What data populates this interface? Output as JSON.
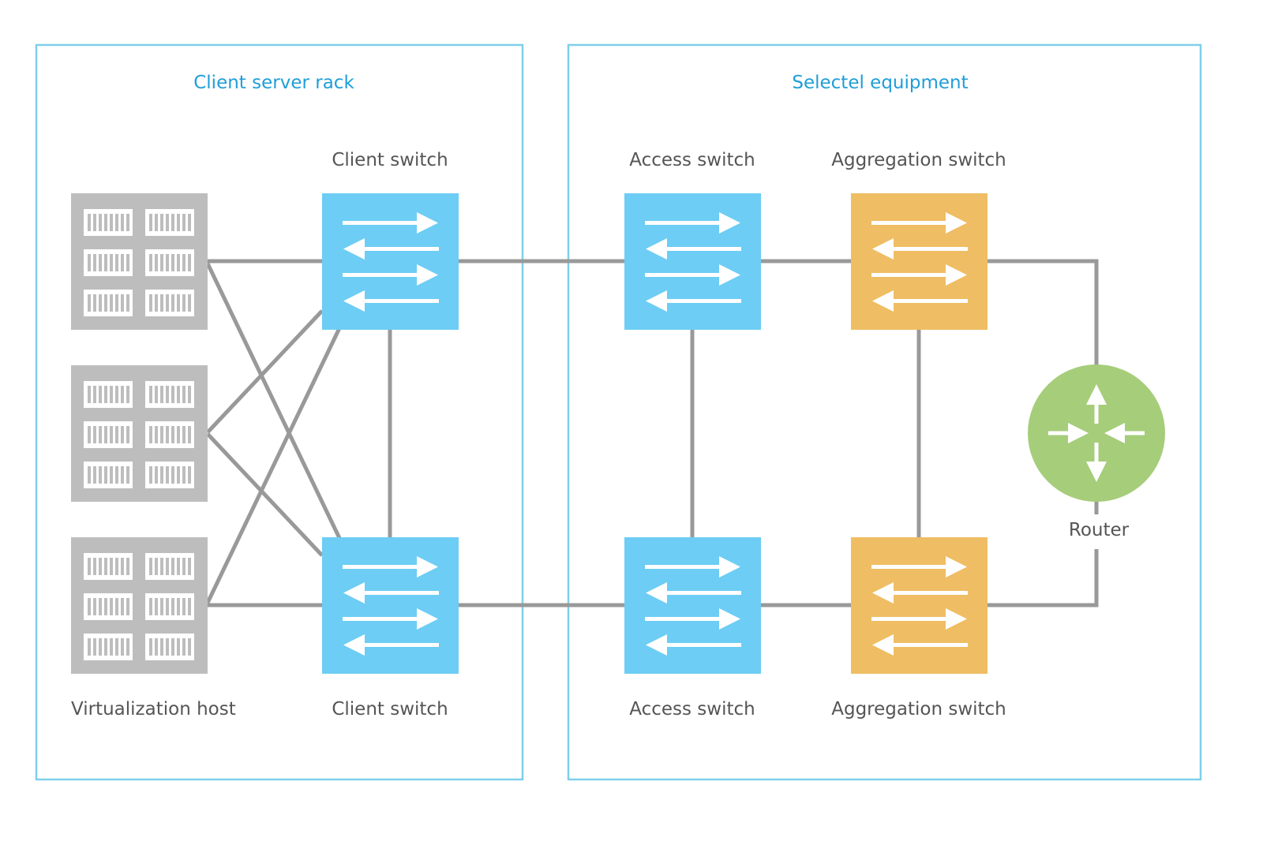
{
  "colors": {
    "frame": "#7fcfec",
    "group_title": "#1f9ed8",
    "link": "#999999",
    "server": "#bdbdbd",
    "client_switch": "#6dcdf4",
    "access_switch": "#6dcdf4",
    "aggregation_switch": "#efbd63",
    "router": "#a6cd7a",
    "label": "#555555"
  },
  "groups": {
    "client_rack": {
      "title": "Client server rack"
    },
    "selectel": {
      "title": "Selectel equipment"
    }
  },
  "labels": {
    "virtualization_host": "Virtualization host",
    "client_switch_top": "Client switch",
    "client_switch_bottom": "Client switch",
    "access_switch_top": "Access switch",
    "access_switch_bottom": "Access switch",
    "aggregation_switch_top": "Aggregation switch",
    "aggregation_switch_bottom": "Aggregation switch",
    "router": "Router"
  },
  "icons": {
    "server": "server-rack-icon",
    "switch": "switch-arrows-icon",
    "router": "router-icon"
  }
}
